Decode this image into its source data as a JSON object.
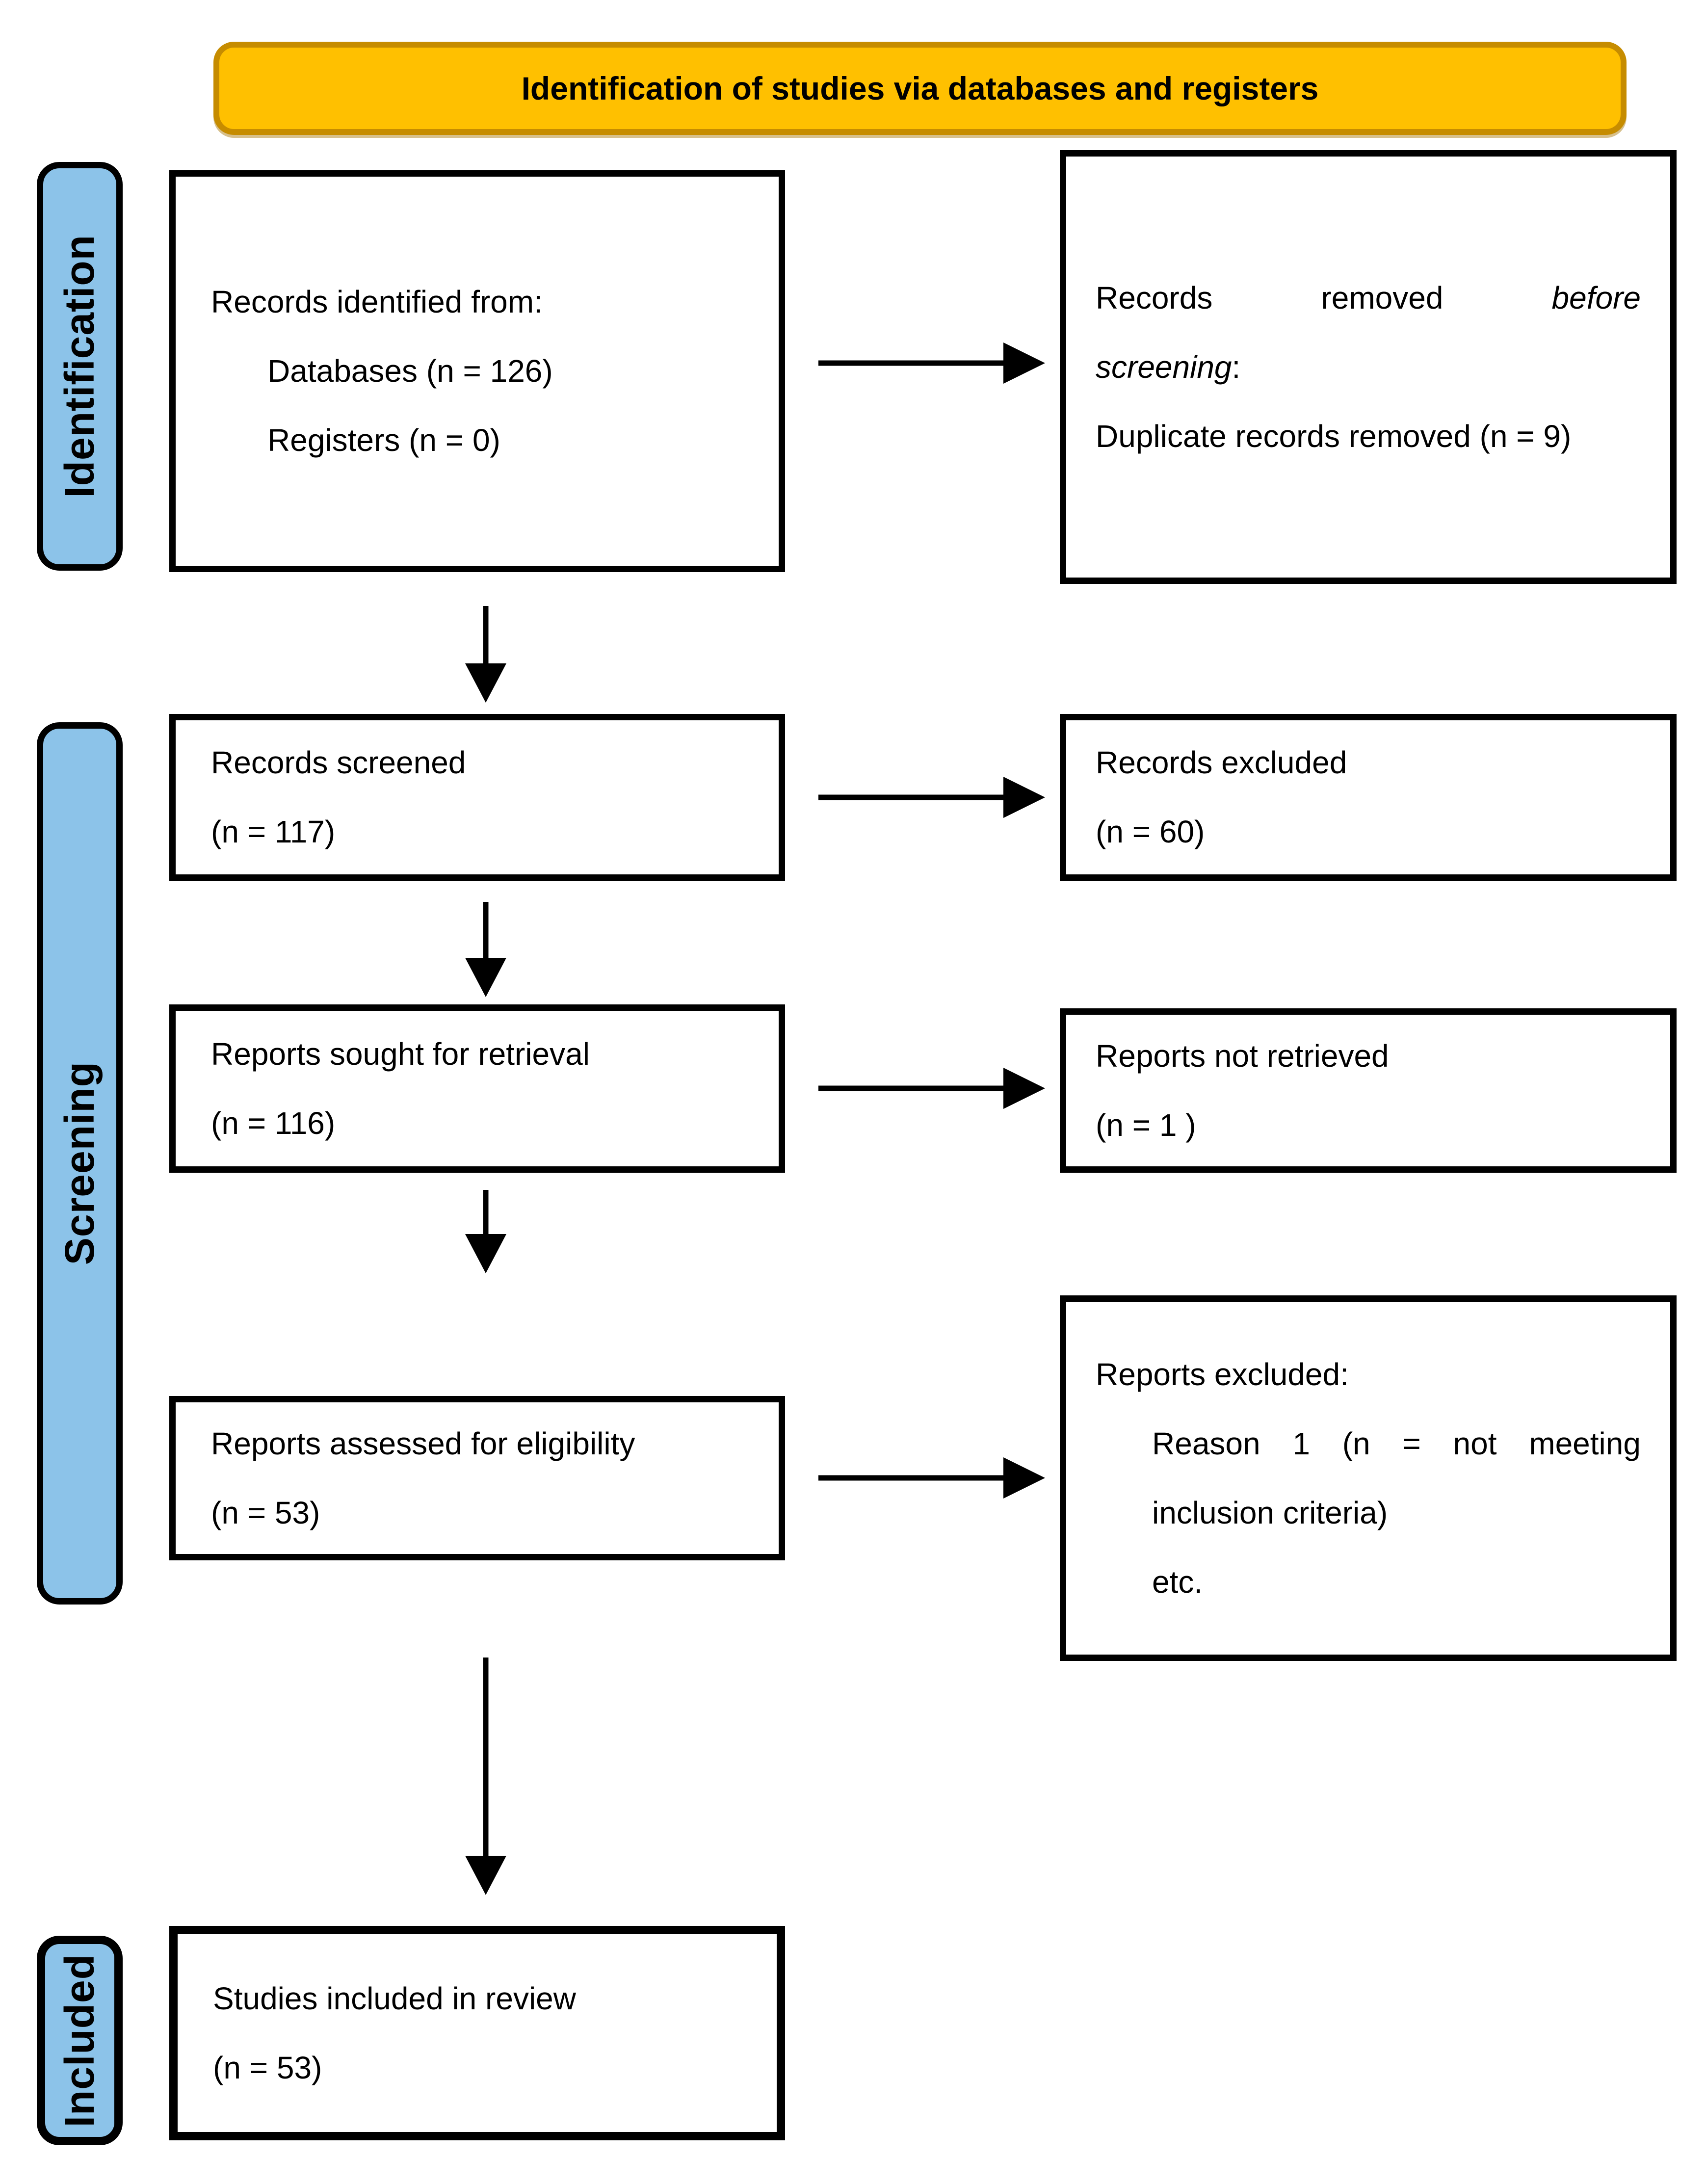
{
  "title_banner": {
    "text": "Identification of studies via databases and registers"
  },
  "stage_labels": {
    "identification": "Identification",
    "screening": "Screening",
    "included": "Included"
  },
  "boxes": {
    "records_identified": {
      "heading": "Records identified from:",
      "items": [
        "Databases (n = 126)",
        "Registers (n = 0)"
      ]
    },
    "records_removed": {
      "justified_words": [
        "Records",
        "removed",
        "before"
      ],
      "line2_italic": "screening",
      "line2_suffix": ":",
      "line3": "Duplicate records removed (n = 9)"
    },
    "records_screened": {
      "line1": "Records screened",
      "line2": "(n = 117)"
    },
    "records_excluded": {
      "line1": "Records excluded",
      "line2": "(n = 60)"
    },
    "reports_sought": {
      "line1": "Reports sought for retrieval",
      "line2": "(n = 116)"
    },
    "reports_not_retrieved": {
      "line1": "Reports not retrieved",
      "line2": "(n = 1 )"
    },
    "reports_assessed": {
      "line1": "Reports assessed for eligibility",
      "line2": "(n = 53)"
    },
    "reports_excluded": {
      "heading": "Reports excluded:",
      "justified_words": [
        "Reason",
        "1",
        "(n",
        "=",
        "not",
        "meeting"
      ],
      "line2": "inclusion criteria)",
      "line3": "etc."
    },
    "studies_included": {
      "line1": "Studies included in review",
      "line2": "(n = 53)"
    }
  },
  "colors": {
    "banner_fill": "#FFC000",
    "banner_border": "#C68C00",
    "stage_fill": "#8CC3E9",
    "box_border": "#000000",
    "arrow": "#000000"
  }
}
